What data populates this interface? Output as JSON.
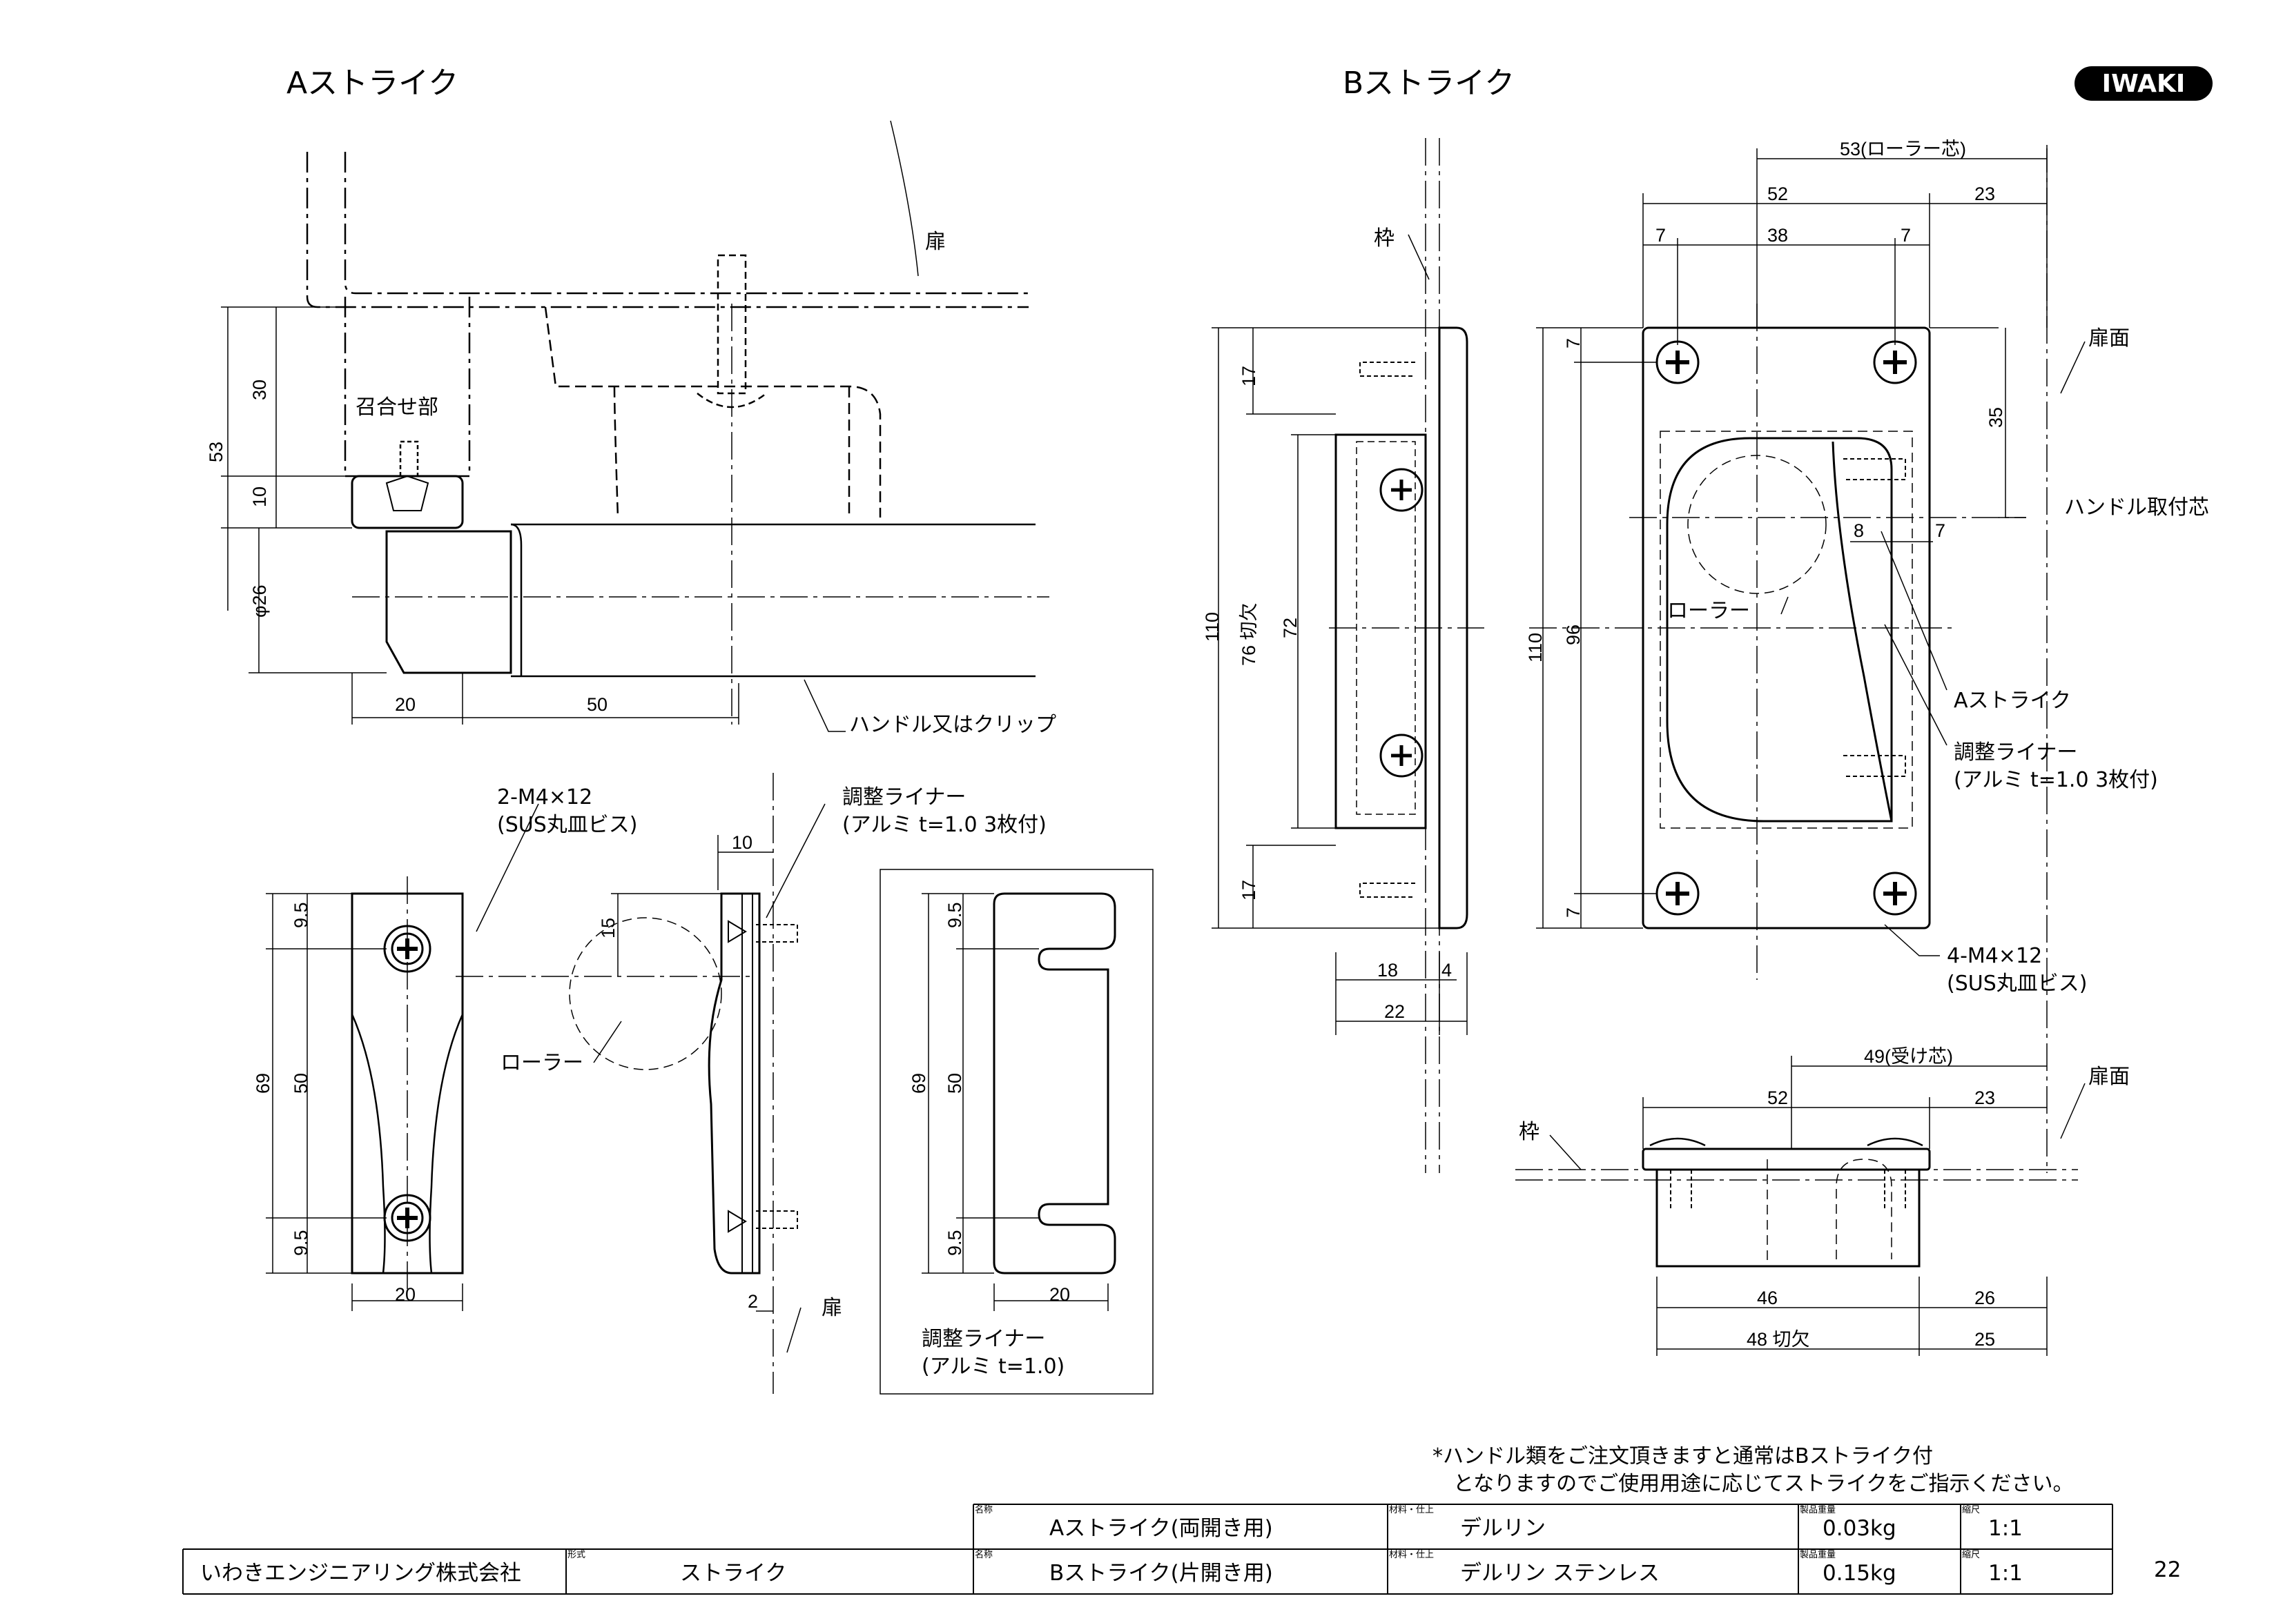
{
  "titles": {
    "a": "Aストライク",
    "b": "Bストライク"
  },
  "logo": "IWAKI",
  "page_number": "22",
  "labels": {
    "tobira": "扉",
    "awase": "召合せ部",
    "handle_or_clip": "ハンドル又はクリップ",
    "screws_a_1": "2-M4×12",
    "screws_a_2": "(SUS丸皿ビス)",
    "liner_1": "調整ライナー",
    "liner_2": "(アルミ t=1.0 3枚付)",
    "roller": "ローラー",
    "liner_single_1": "調整ライナー",
    "liner_single_2": "(アルミ t=1.0)",
    "waku": "枠",
    "tobira_men": "扉面",
    "handle_center": "ハンドル取付芯",
    "a_strike": "Aストライク",
    "screws_b_1": "4-M4×12",
    "screws_b_2": "(SUS丸皿ビス)",
    "roller_center": "53(ローラー芯)",
    "receiver_center": "49(受け芯)"
  },
  "dims": {
    "d30": "30",
    "d53": "53",
    "d10": "10",
    "d26": "φ26",
    "d20": "20",
    "d50": "50",
    "d9_5": "9.5",
    "d69": "69",
    "d15": "15",
    "d2": "2",
    "d52": "52",
    "d23": "23",
    "d7": "7",
    "d38": "38",
    "d17": "17",
    "d110": "110",
    "d76": "76 切欠",
    "d72": "72",
    "d96": "96",
    "d35": "35",
    "d8": "8",
    "d18": "18",
    "d4": "4",
    "d22": "22",
    "d46": "46",
    "d26b": "26",
    "d48": "48 切欠",
    "d25": "25"
  },
  "notes": {
    "line1": "*ハンドル類をご注文頂きますと通常はBストライク付",
    "line2": "となりますのでご使用用途に応じてストライクをご指示ください。"
  },
  "title_block": {
    "company": "いわきエンジニアリング株式会社",
    "type_label": "形式",
    "type": "ストライク",
    "name_label": "名称",
    "name_a": "Aストライク(両開き用)",
    "name_b": "Bストライク(片開き用)",
    "material_label": "材料・仕上",
    "material_a": "デルリン",
    "material_b": "デルリン ステンレス",
    "weight_label": "製品重量",
    "weight_a": "0.03kg",
    "weight_b": "0.15kg",
    "scale_label": "縮尺",
    "scale_a": "1:1",
    "scale_b": "1:1"
  }
}
